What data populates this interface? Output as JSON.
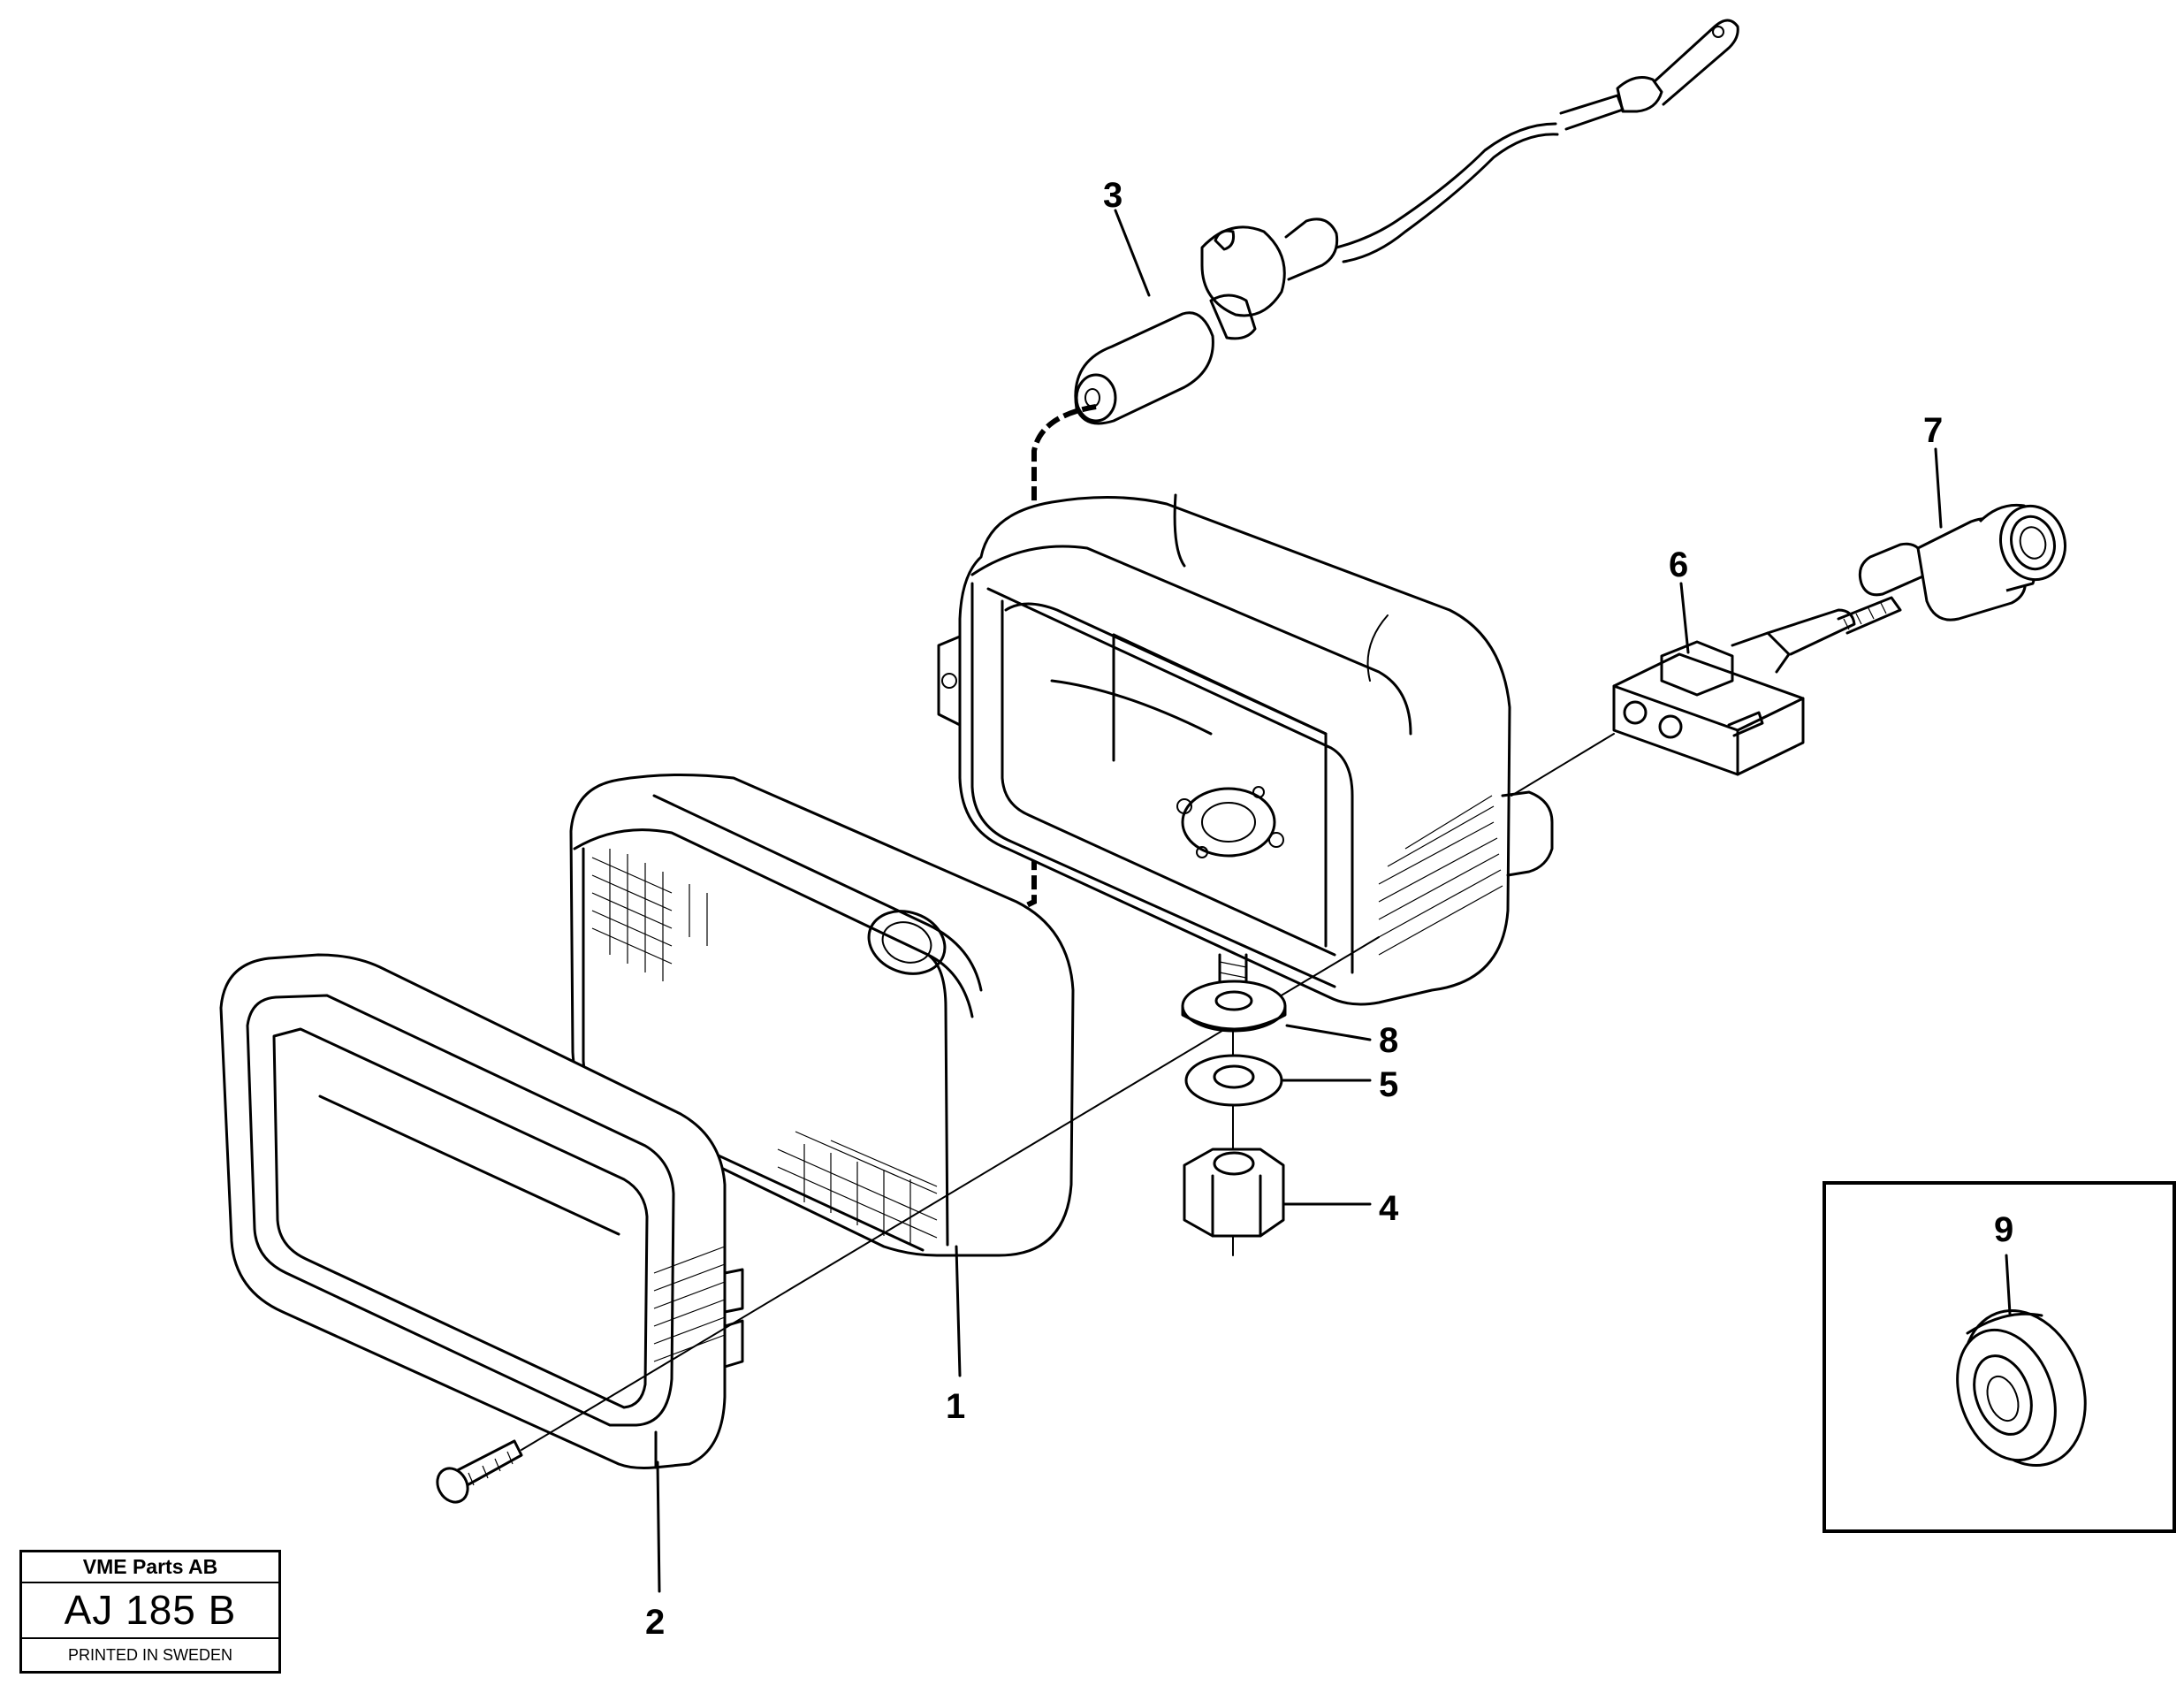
{
  "callouts": {
    "c1": "1",
    "c2": "2",
    "c3": "3",
    "c4": "4",
    "c5": "5",
    "c6": "6",
    "c7": "7",
    "c8": "8",
    "c9": "9"
  },
  "title_block": {
    "company": "VME Parts AB",
    "code": "AJ 185 B",
    "printed": "PRINTED IN SWEDEN"
  }
}
